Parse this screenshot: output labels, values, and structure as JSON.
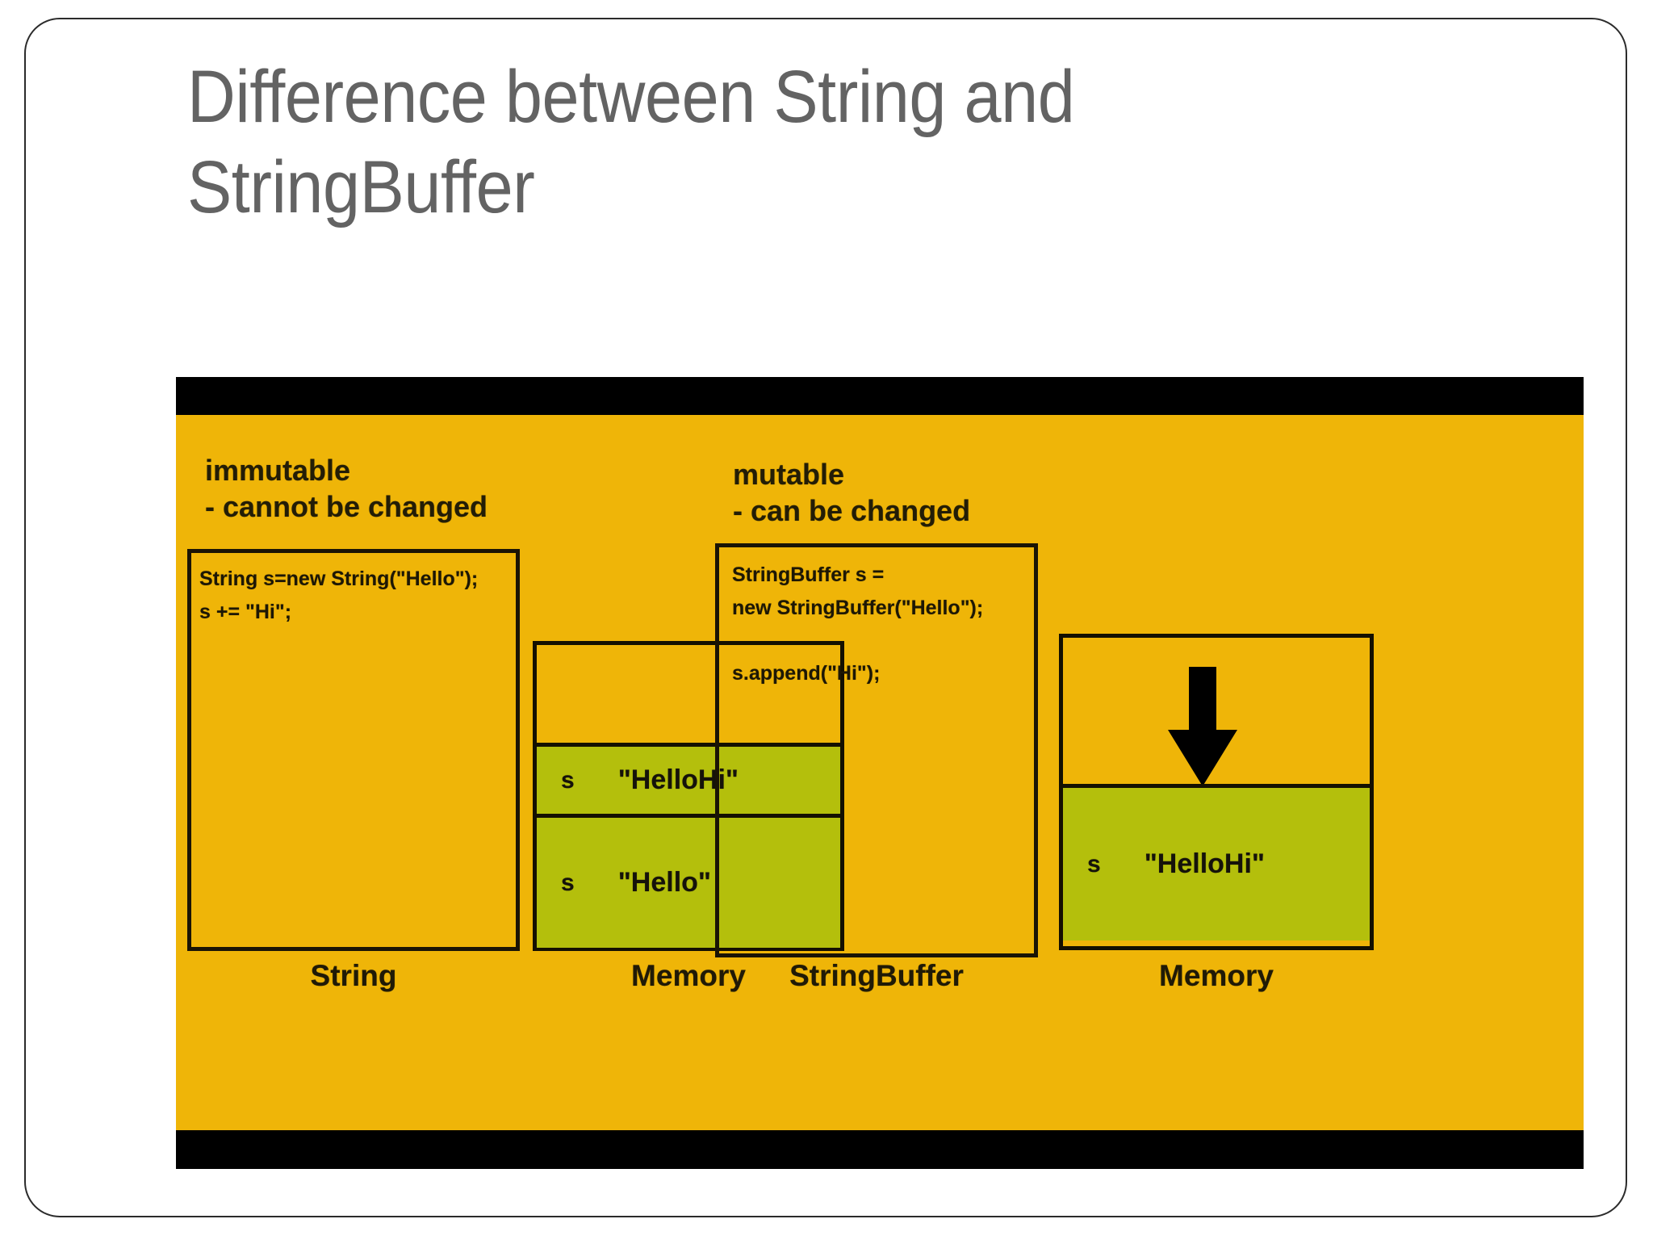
{
  "slide": {
    "title": "Difference between String and StringBuffer"
  },
  "figure": {
    "left_panel": {
      "heading": "immutable\n- cannot be changed",
      "code": "String s=new String(\"Hello\");\n s += \"Hi\";",
      "caption": "String",
      "memory": {
        "caption": "Memory",
        "cells": [
          {
            "var": "s",
            "value": "\"HelloHi\""
          },
          {
            "var": "s",
            "value": "\"Hello\""
          }
        ]
      }
    },
    "right_panel": {
      "heading": "mutable\n- can be changed",
      "code": "StringBuffer s =\nnew StringBuffer(\"Hello\");\n\n s.append(\"Hi\");",
      "caption": "StringBuffer",
      "memory": {
        "caption": "Memory",
        "cells": [
          {
            "var": "s",
            "value": "\"HelloHi\""
          }
        ]
      }
    },
    "colors": {
      "background": "#EFB508",
      "cell_green": "#B4BF0C",
      "bar_black": "#000000",
      "text_dark": "#1d1705",
      "title_gray": "#636363"
    }
  }
}
